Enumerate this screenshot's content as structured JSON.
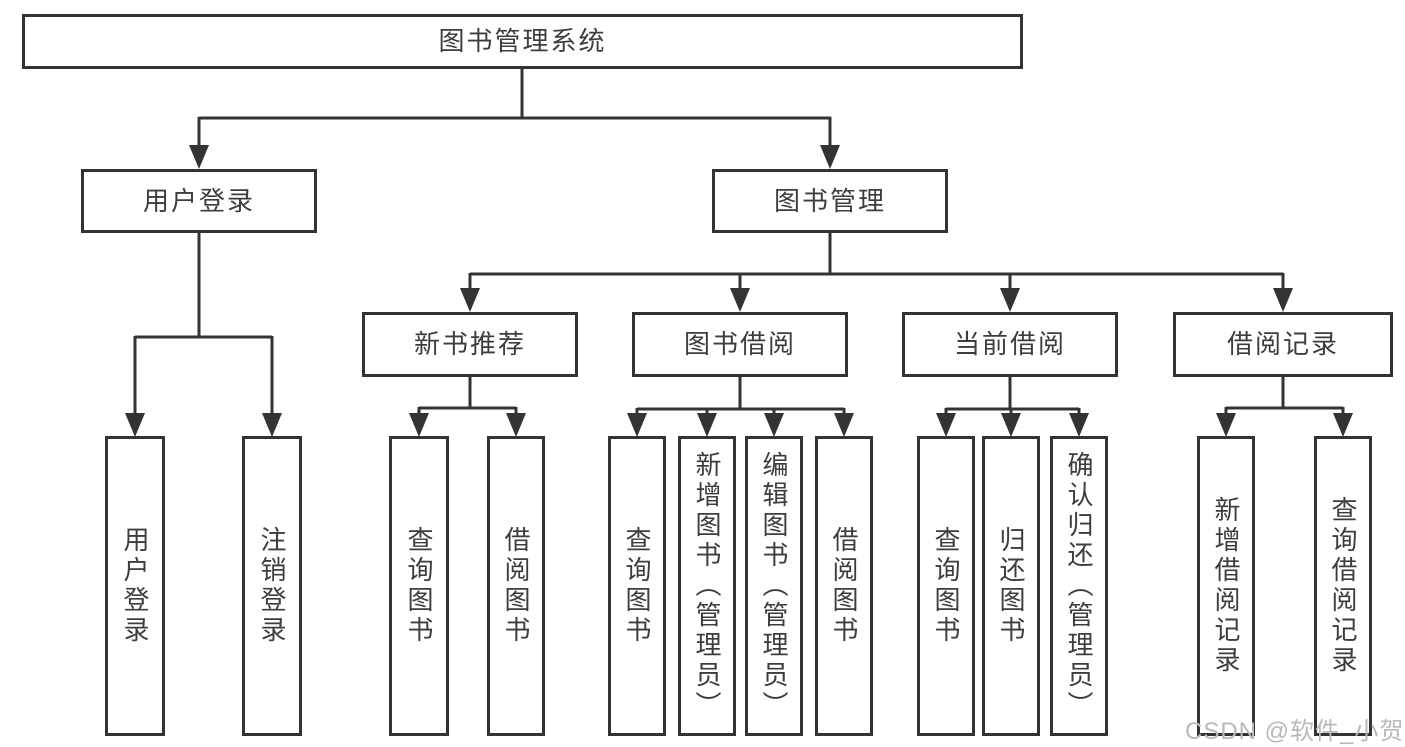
{
  "diagram": {
    "title": "图书管理系统",
    "root": {
      "label": "图书管理系统"
    },
    "level2": [
      {
        "label": "用户登录"
      },
      {
        "label": "图书管理"
      }
    ],
    "level3": [
      {
        "label": "新书推荐"
      },
      {
        "label": "图书借阅"
      },
      {
        "label": "当前借阅"
      },
      {
        "label": "借阅记录"
      }
    ],
    "leaves": [
      {
        "label": "用户登录"
      },
      {
        "label": "注销登录"
      },
      {
        "label": "查询图书"
      },
      {
        "label": "借阅图书"
      },
      {
        "label": "查询图书"
      },
      {
        "label": "新增图书（管理员）"
      },
      {
        "label": "编辑图书（管理员）"
      },
      {
        "label": "借阅图书"
      },
      {
        "label": "查询图书"
      },
      {
        "label": "归还图书"
      },
      {
        "label": "确认归还（管理员）"
      },
      {
        "label": "新增借阅记录"
      },
      {
        "label": "查询借阅记录"
      }
    ]
  },
  "watermark": {
    "text": "CSDN @软件_小贺同学"
  },
  "colors": {
    "line": "#333333",
    "text": "#3d3d3d",
    "watermark": "#b9b9b9",
    "background": "#ffffff"
  }
}
